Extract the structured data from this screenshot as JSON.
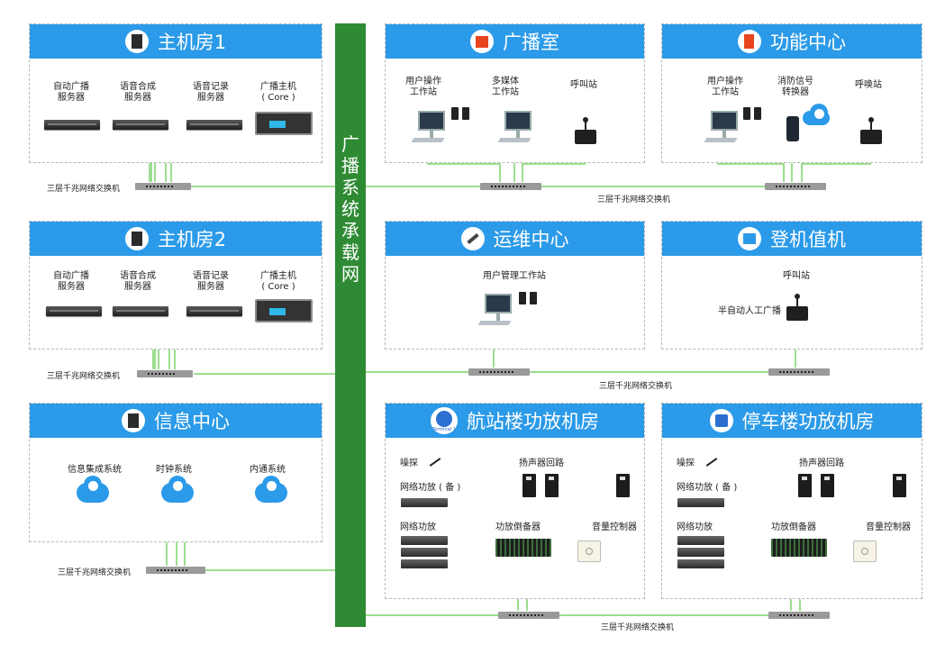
{
  "backbone": {
    "label": "广播系统承载网",
    "color": "#2e8b34"
  },
  "colors": {
    "header": "#2b9ae8",
    "link": "#7cd36a",
    "orange_link": "#f0a43a"
  },
  "switch_label": "三层千兆网络交换机",
  "panels": {
    "host1": {
      "title": "主机房1",
      "icon": "server-rack-icon",
      "items": [
        "自动广播\n服务器",
        "语音合成\n服务器",
        "语音记录\n服务器",
        "广播主机\n( Core )"
      ]
    },
    "host2": {
      "title": "主机房2",
      "icon": "server-rack-icon",
      "items": [
        "自动广播\n服务器",
        "语音合成\n服务器",
        "语音记录\n服务器",
        "广播主机\n( Core )"
      ]
    },
    "info": {
      "title": "信息中心",
      "icon": "server-rack-icon",
      "items": [
        "信息集成系统",
        "时钟系统",
        "内通系统"
      ]
    },
    "broadcast_room": {
      "title": "广播室",
      "icon": "house-icon",
      "items": [
        "用户操作\n工作站",
        "多媒体\n工作站",
        "呼叫站"
      ]
    },
    "function_center": {
      "title": "功能中心",
      "icon": "fire-alarm-icon",
      "items": [
        "用户操作\n工作站",
        "消防信号\n转换器",
        "呼唤站"
      ]
    },
    "ops_center": {
      "title": "运维中心",
      "icon": "tools-icon",
      "items": [
        "用户管理工作站"
      ]
    },
    "boarding": {
      "title": "登机值机",
      "icon": "boarding-desk-icon",
      "items": [
        "呼叫站",
        "半自动人工广播"
      ]
    },
    "terminal_amp": {
      "title": "航站楼功放机房",
      "icon": "terminal-icon",
      "icon_text": "Terminal 1",
      "items": [
        "噪探",
        "网络功放 ( 备 )",
        "网络功放",
        "扬声器回路",
        "功放倒备器",
        "音量控制器"
      ]
    },
    "parking_amp": {
      "title": "停车楼功放机房",
      "icon": "parking-icon",
      "items": [
        "噪探",
        "网络功放 ( 备 )",
        "网络功放",
        "扬声器回路",
        "功放倒备器",
        "音量控制器"
      ]
    }
  }
}
